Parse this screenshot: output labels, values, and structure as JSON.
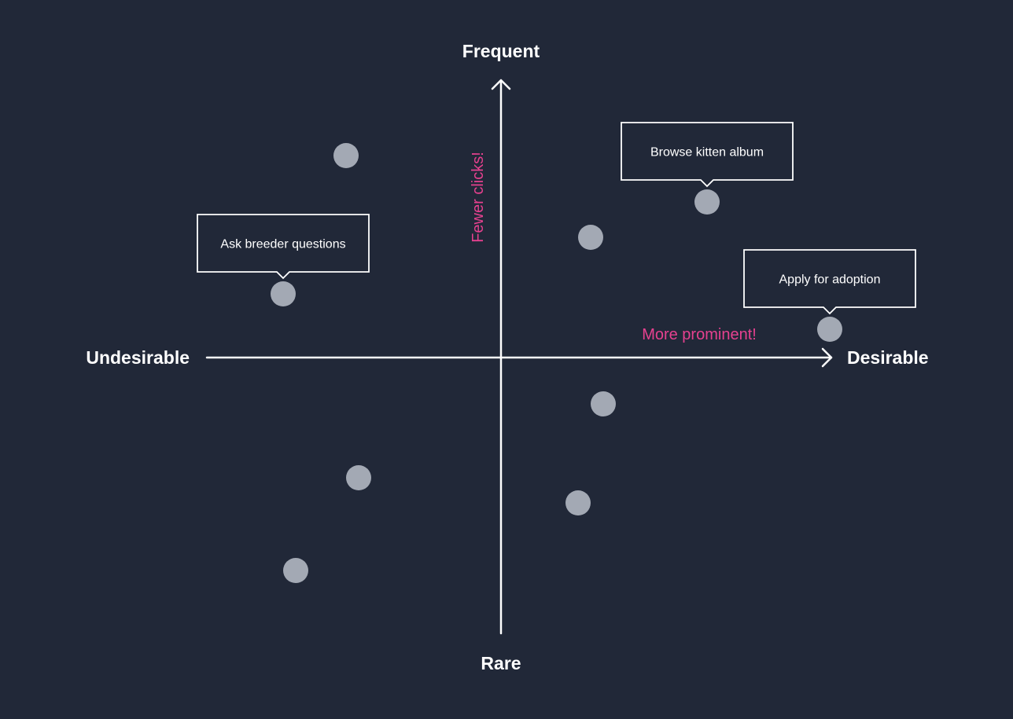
{
  "axes": {
    "x_left_label": "Undesirable",
    "x_right_label": "Desirable",
    "y_top_label": "Frequent",
    "y_bottom_label": "Rare"
  },
  "annotations": {
    "y_axis_note": "Fewer clicks!",
    "x_axis_note": "More prominent!"
  },
  "colors": {
    "background": "#212838",
    "axis": "#ffffff",
    "point": "#a3a9b4",
    "annotation": "#e6418f"
  },
  "points": [
    {
      "label": ""
    },
    {
      "label": "Ask breeder questions"
    },
    {
      "label": "Browse kitten album"
    },
    {
      "label": ""
    },
    {
      "label": "Apply for adoption"
    },
    {
      "label": ""
    },
    {
      "label": ""
    },
    {
      "label": ""
    },
    {
      "label": ""
    }
  ]
}
